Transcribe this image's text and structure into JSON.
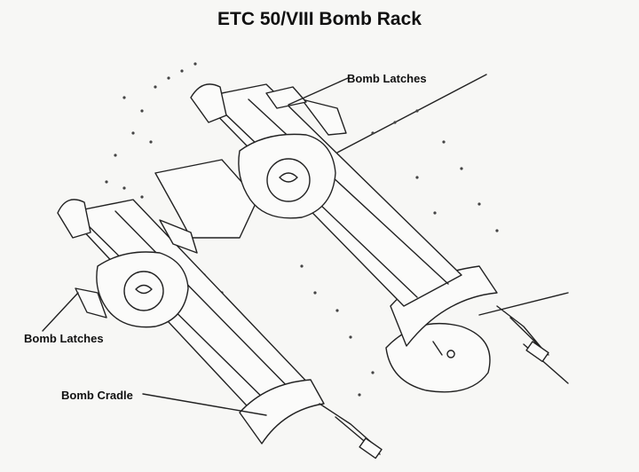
{
  "diagram": {
    "title": "ETC 50/VIII Bomb Rack",
    "labels": {
      "bomb_latches_top": "Bomb Latches",
      "bomb_latches_left": "Bomb Latches",
      "bomb_cradle": "Bomb Cradle"
    },
    "colors": {
      "line": "#222222",
      "paper": "#f7f7f5"
    }
  }
}
